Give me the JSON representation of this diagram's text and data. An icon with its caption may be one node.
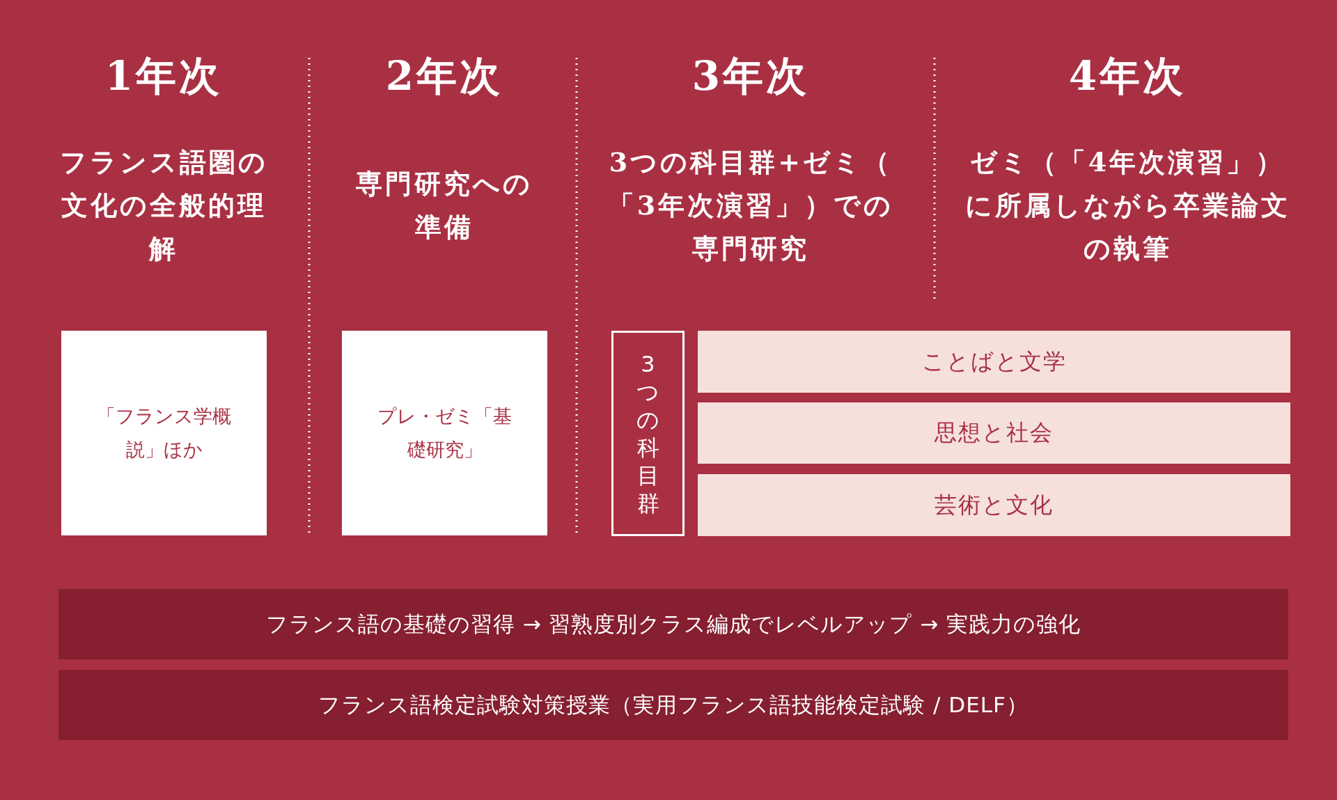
{
  "diagram": {
    "nodes": [
      {
        "text": [
          "「フランス学概説」ほか"
        ]
      },
      {
        "text": [
          "プレ・ゼミ「基礎研究」"
        ]
      },
      {
        "text": [
          "3つの科目群"
        ]
      },
      {
        "text": [
          "ことばと文学"
        ]
      },
      {
        "text": [
          "思想と社会"
        ]
      },
      {
        "text": [
          "芸術と文化"
        ]
      },
      {
        "text": [
          "フランス語の基礎の習得 → 習熟度別クラス編成でレベルアップ → 実践力の強化"
        ]
      },
      {
        "text": [
          "フランス語検定試験対策授業（実用フランス語技能検定試験 / DELF）"
        ]
      }
    ],
    "edges": [],
    "labels": [
      "1年次",
      "フランス語圏の文化の全般的理解",
      "2年次",
      "専門研究への準備",
      "3年次",
      "3つの科目群+ゼミ（「3年次演習」）での専門研究",
      "4年次",
      "ゼミ（「4年次演習」）に所属しながら卒業論文の執筆"
    ]
  }
}
